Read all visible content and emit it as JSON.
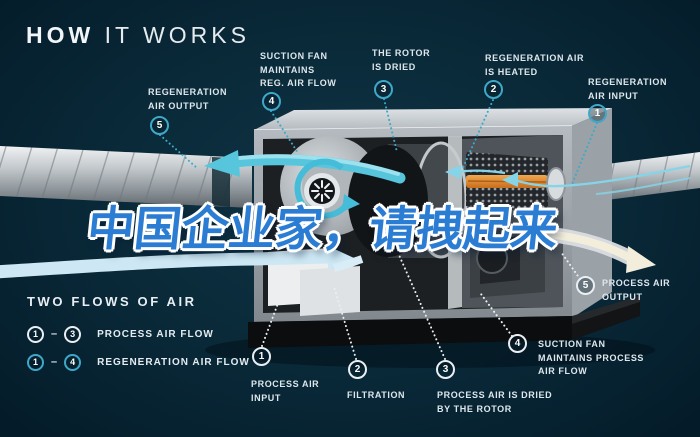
{
  "header": {
    "title_bold": "HOW",
    "title_light": "IT WORKS"
  },
  "watermark": {
    "text": "中国企业家，请拽起来"
  },
  "legend": {
    "title": "TWO FLOWS OF AIR",
    "separator": "–",
    "rows": [
      {
        "from": "1",
        "to": "3",
        "label": "PROCESS AIR FLOW",
        "flow": "process"
      },
      {
        "from": "1",
        "to": "4",
        "label": "REGENERATION AIR FLOW",
        "flow": "regeneration"
      }
    ]
  },
  "callouts": {
    "regeneration": [
      {
        "num": "5",
        "label": "REGENERATION\nAIR OUTPUT"
      },
      {
        "num": "4",
        "label": "SUCTION FAN\nMAINTAINS\nREG. AIR FLOW"
      },
      {
        "num": "3",
        "label": "THE ROTOR\nIS DRIED"
      },
      {
        "num": "2",
        "label": "REGENERATION AIR\nIS HEATED"
      },
      {
        "num": "1",
        "label": "REGENERATION\nAIR INPUT"
      }
    ],
    "process": [
      {
        "num": "1",
        "label": "PROCESS AIR\nINPUT"
      },
      {
        "num": "2",
        "label": "FILTRATION"
      },
      {
        "num": "3",
        "label": "PROCESS AIR IS DRIED\nBY THE ROTOR"
      },
      {
        "num": "4",
        "label": "SUCTION FAN\nMAINTAINS PROCESS\nAIR FLOW"
      },
      {
        "num": "5",
        "label": "PROCESS AIR\nOUTPUT"
      }
    ]
  },
  "colors": {
    "background": "#07222f",
    "regeneration_accent": "#3fa8c8",
    "process_accent": "#e9eff3",
    "heater": "#e08a30",
    "watermark_blue": "#2b7dd4"
  }
}
